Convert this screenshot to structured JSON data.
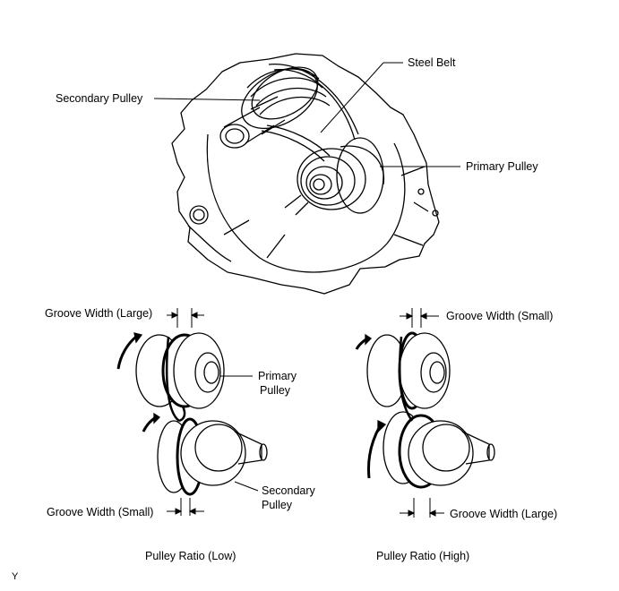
{
  "labels": {
    "steel_belt": "Steel Belt",
    "secondary_pulley_top": "Secondary Pulley",
    "primary_pulley_top": "Primary Pulley",
    "groove_large_top": "Groove Width (Large)",
    "primary_pulley_line1": "Primary",
    "primary_pulley_line2": "Pulley",
    "secondary_pulley_line1": "Secondary",
    "secondary_pulley_line2": "Pulley",
    "groove_small_bottom": "Groove Width (Small)",
    "groove_small_top": "Groove Width (Small)",
    "groove_large_bottom": "Groove Width (Large)",
    "caption_low": "Pulley Ratio (Low)",
    "caption_high": "Pulley Ratio (High)",
    "corner_mark": "Y"
  }
}
